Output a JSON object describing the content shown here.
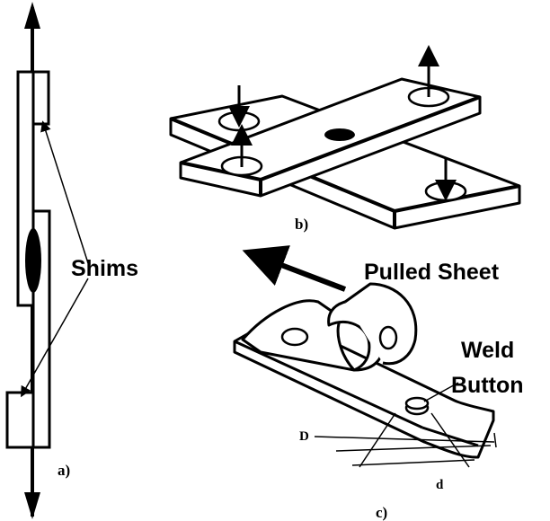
{
  "labels": {
    "shims": "Shims",
    "pulled_sheet": "Pulled Sheet",
    "weld": "Weld",
    "button": "Button",
    "panel_a": "a)",
    "panel_b": "b)",
    "panel_c": "c)",
    "dim_D": "D",
    "dim_d": "d"
  },
  "colors": {
    "ink": "#000000",
    "paper": "#ffffff"
  }
}
